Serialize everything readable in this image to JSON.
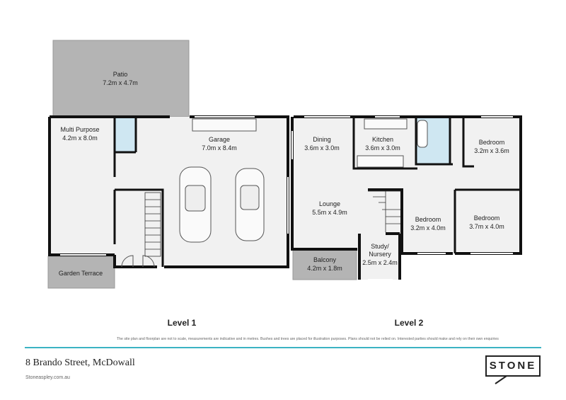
{
  "levels": {
    "level1": "Level 1",
    "level2": "Level 2"
  },
  "rooms": {
    "patio": {
      "name": "Patio",
      "size": "7.2m x 4.7m"
    },
    "multi_purpose": {
      "name": "Multi Purpose",
      "size": "4.2m x 8.0m"
    },
    "garage": {
      "name": "Garage",
      "size": "7.0m x 8.4m"
    },
    "garden_terrace": {
      "name": "Garden Terrace"
    },
    "dining": {
      "name": "Dining",
      "size": "3.6m x 3.0m"
    },
    "kitchen": {
      "name": "Kitchen",
      "size": "3.6m x 3.0m"
    },
    "bedroom1": {
      "name": "Bedroom",
      "size": "3.2m x 3.6m"
    },
    "lounge": {
      "name": "Lounge",
      "size": "5.5m x 4.9m"
    },
    "bedroom2": {
      "name": "Bedroom",
      "size": "3.2m x 4.0m"
    },
    "bedroom3": {
      "name": "Bedroom",
      "size": "3.7m x 4.0m"
    },
    "balcony": {
      "name": "Balcony",
      "size": "4.2m x 1.8m"
    },
    "study": {
      "name": "Study/",
      "name2": "Nursery",
      "size": "2.5m x 2.4m"
    }
  },
  "colors": {
    "wall": "#111111",
    "outdoor": "#b4b4b4",
    "floor": "#f1f1f1",
    "wet": "#cfe7f2",
    "accent": "#3bb3c3"
  },
  "footer": {
    "disclaimer": "The site plan and floorplan are not to scale, measurements are indicative and in metres. Bushes and trees are placed for illustration purposes. Plans should not be relied on. Interested parties should make and rely on their own enquiries",
    "address": "8 Brando Street, McDowall",
    "website": "Stoneaspley.com.au",
    "logo": "STONE"
  }
}
